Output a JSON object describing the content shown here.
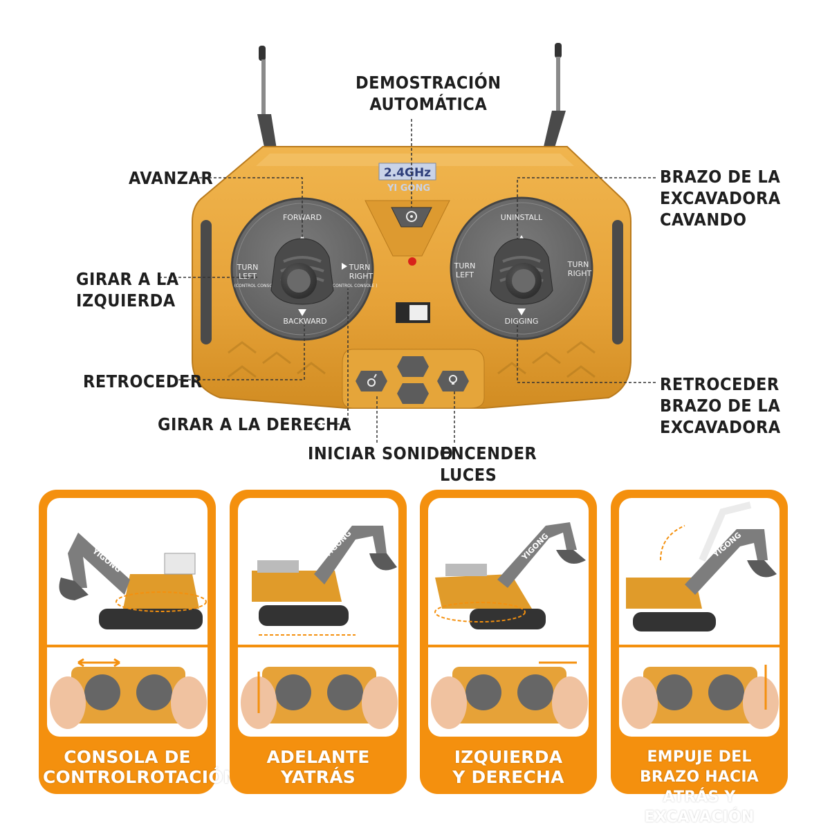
{
  "remote": {
    "frequency": "2.4GHz",
    "brand": "YI GONG",
    "left_stick": {
      "up": "FORWARD",
      "down": "BACKWARD",
      "left_top": "TURN",
      "left_bottom": "LEFT",
      "left_sub": "(CONTROL CONSOLE )",
      "right_top": "TURN",
      "right_bottom": "RIGHT",
      "right_sub": "(CONTROL CONSOLE )"
    },
    "right_stick": {
      "up": "UNINSTALL",
      "down": "DIGGING",
      "left_top": "TURN",
      "left_bottom": "LEFT",
      "right_top": "TURN",
      "right_bottom": "RIGHT"
    },
    "colors": {
      "body": "#e9a93e",
      "body_dark": "#c98a25",
      "pad": "#6a6a6a",
      "accent": "#f4900e"
    }
  },
  "callouts": {
    "demo": "DEMOSTRACIÓN\nAUTOMÁTICA",
    "forward": "AVANZAR",
    "turn_left": "GIRAR A LA\nIZQUIERDA",
    "backward": "RETROCEDER",
    "turn_right": "GIRAR A LA DERECHA",
    "sound": "INICIAR SONIDO",
    "lights": "ENCENDER\nLUCES",
    "arm_dig": "BRAZO DE LA\nEXCAVADORA\nCAVANDO",
    "arm_back": "RETROCEDER\nBRAZO DE LA\nEXCAVADORA"
  },
  "panels": [
    {
      "caption": "CONSOLA DE\nCONTROLROTACIÓN",
      "model_text": "YIGONG"
    },
    {
      "caption": "ADELANTE\nYATRÁS",
      "model_text": "YIGONG"
    },
    {
      "caption": "IZQUIERDA\nY DERECHA",
      "model_text": "YIGONG"
    },
    {
      "caption": "EMPUJE DEL BRAZO HACIA\nATRÁS Y EXCAVACIÓN",
      "model_text": "YIGONG"
    }
  ]
}
